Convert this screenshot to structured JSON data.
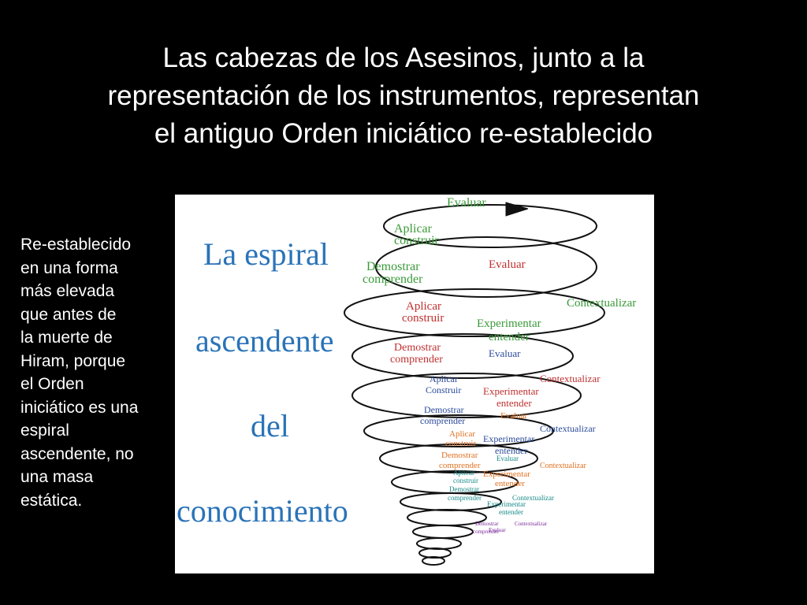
{
  "title": {
    "lines": [
      "Las cabezas de los Asesinos, junto a la",
      "representación de los instrumentos, representan",
      "el antiguo Orden iniciático re-establecido"
    ]
  },
  "side_text": {
    "lines": [
      "Re-establecido",
      "en una forma",
      "más elevada",
      "que antes de",
      "la muerte de",
      "Hiram, porque",
      "el Orden",
      "iniciático es una",
      "espiral",
      "ascendente, no",
      "una masa",
      "estática."
    ]
  },
  "figure": {
    "heading_lines": [
      "La espiral",
      "ascendente",
      "del",
      "conocimiento"
    ],
    "heading_color": "#2a73b8",
    "spiral_labels": [
      {
        "text": "Evaluar",
        "color": "#3a9a3a"
      },
      {
        "text": "Aplicar",
        "color": "#3a9a3a"
      },
      {
        "text": "construir",
        "color": "#3a9a3a"
      },
      {
        "text": "Demostrar",
        "color": "#3a9a3a"
      },
      {
        "text": "comprender",
        "color": "#3a9a3a"
      },
      {
        "text": "Evaluar",
        "color": "#c03030"
      },
      {
        "text": "Contextualizar",
        "color": "#3a9a3a"
      },
      {
        "text": "Aplicar",
        "color": "#c03030"
      },
      {
        "text": "construir",
        "color": "#c03030"
      },
      {
        "text": "Experimentar",
        "color": "#3a9a3a"
      },
      {
        "text": "entender",
        "color": "#3a9a3a"
      },
      {
        "text": "Demostrar",
        "color": "#c03030"
      },
      {
        "text": "comprender",
        "color": "#c03030"
      },
      {
        "text": "Evaluar",
        "color": "#2a4a9a"
      },
      {
        "text": "Contextualizar",
        "color": "#c03030"
      },
      {
        "text": "Aplicar",
        "color": "#2a4a9a"
      },
      {
        "text": "Construir",
        "color": "#2a4a9a"
      },
      {
        "text": "Experimentar",
        "color": "#c03030"
      },
      {
        "text": "entender",
        "color": "#c03030"
      },
      {
        "text": "Demostrar",
        "color": "#2a4a9a"
      },
      {
        "text": "comprender",
        "color": "#2a4a9a"
      },
      {
        "text": "Evaluar",
        "color": "#e07020"
      },
      {
        "text": "Contextualizar",
        "color": "#2a4a9a"
      },
      {
        "text": "Aplicar",
        "color": "#e07020"
      },
      {
        "text": "construir",
        "color": "#e07020"
      },
      {
        "text": "Experimentar",
        "color": "#2a4a9a"
      },
      {
        "text": "entender",
        "color": "#2a4a9a"
      },
      {
        "text": "Demostrar",
        "color": "#e07020"
      },
      {
        "text": "comprender",
        "color": "#e07020"
      },
      {
        "text": "Evaluar",
        "color": "#1a8a8a"
      },
      {
        "text": "Contextualizar",
        "color": "#e07020"
      },
      {
        "text": "Aplicar",
        "color": "#1a8a8a"
      },
      {
        "text": "construir",
        "color": "#1a8a8a"
      },
      {
        "text": "Experimentar",
        "color": "#e07020"
      },
      {
        "text": "entender",
        "color": "#e07020"
      },
      {
        "text": "Demostrar",
        "color": "#1a8a8a"
      },
      {
        "text": "comprender",
        "color": "#1a8a8a"
      },
      {
        "text": "Contextualizar",
        "color": "#1a8a8a"
      },
      {
        "text": "Experimentar",
        "color": "#1a8a8a"
      },
      {
        "text": "entender",
        "color": "#1a8a8a"
      },
      {
        "text": "Evaluar",
        "color": "#7a2a9a"
      },
      {
        "text": "Demostrar",
        "color": "#7a2a9a"
      },
      {
        "text": "comprender",
        "color": "#7a2a9a"
      },
      {
        "text": "Contextualizar",
        "color": "#7a2a9a"
      }
    ]
  },
  "colors": {
    "background": "#000000",
    "text": "#ffffff",
    "figure_background": "#ffffff"
  }
}
